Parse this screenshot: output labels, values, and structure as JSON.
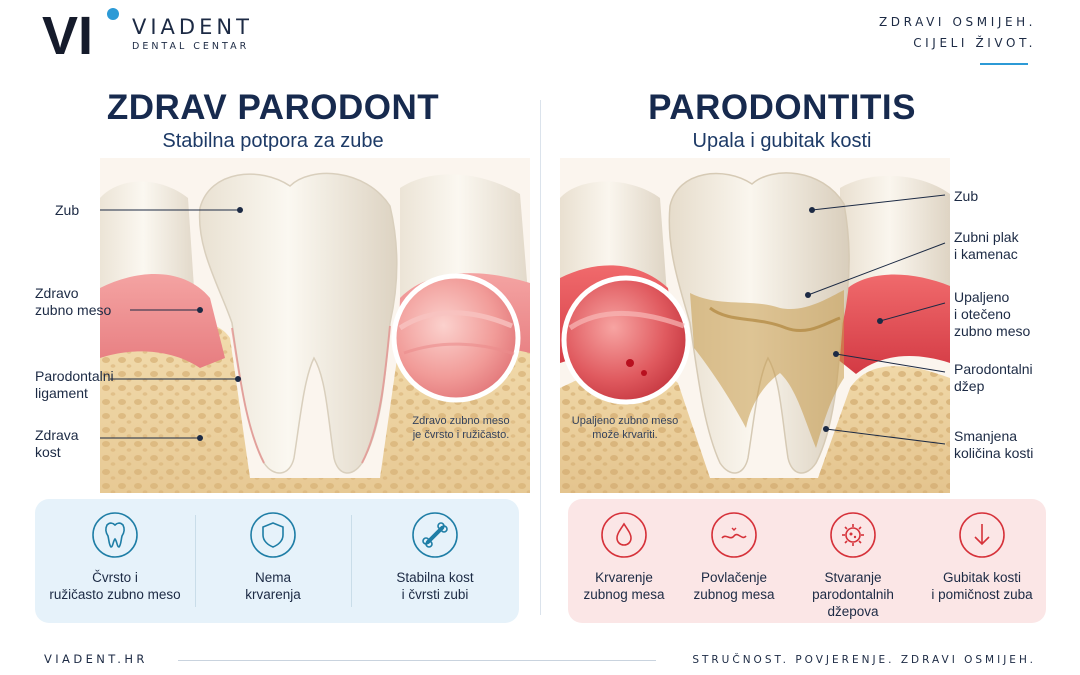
{
  "header": {
    "brand_mark": "VI",
    "brand_name": "VIADENT",
    "brand_sub": "DENTAL CENTAR",
    "tagline_line1": "ZDRAVI OSMIJEH.",
    "tagline_line2": "CIJELI ŽIVOT."
  },
  "left": {
    "title": "ZDRAV PARODONT",
    "subtitle": "Stabilna potpora za zube",
    "labels": {
      "tooth": "Zub",
      "gum_l1": "Zdravo",
      "gum_l2": "zubno meso",
      "ligament_l1": "Parodontalni",
      "ligament_l2": "ligament",
      "bone_l1": "Zdrava",
      "bone_l2": "kost"
    },
    "caption_l1": "Zdravo zubno meso",
    "caption_l2": "je čvrsto i ružičasto.",
    "cards": [
      {
        "line1": "Čvrsto i",
        "line2": "ružičasto zubno meso",
        "icon": "tooth-icon"
      },
      {
        "line1": "Nema",
        "line2": "krvarenja",
        "icon": "shield-icon"
      },
      {
        "line1": "Stabilna kost",
        "line2": "i čvrsti zubi",
        "icon": "bone-icon"
      }
    ]
  },
  "right": {
    "title": "PARODONTITIS",
    "subtitle": "Upala i gubitak kosti",
    "labels": {
      "tooth": "Zub",
      "plaque_l1": "Zubni plak",
      "plaque_l2": "i kamenac",
      "inflamed_l1": "Upaljeno",
      "inflamed_l2": "i otečeno",
      "inflamed_l3": "zubno meso",
      "pocket_l1": "Parodontalni",
      "pocket_l2": "džep",
      "boneloss_l1": "Smanjena",
      "boneloss_l2": "količina kosti"
    },
    "caption_l1": "Upaljeno zubno meso",
    "caption_l2": "može krvariti.",
    "cards": [
      {
        "line1": "Krvarenje",
        "line2": "zubnog mesa",
        "icon": "blood-drop-icon"
      },
      {
        "line1": "Povlačenje",
        "line2": "zubnog mesa",
        "icon": "gum-recession-icon"
      },
      {
        "line1": "Stvaranje",
        "line2": "parodontalnih džepova",
        "icon": "bacteria-icon"
      },
      {
        "line1": "Gubitak kosti",
        "line2": "i pomičnost zuba",
        "icon": "arrow-down-icon"
      }
    ]
  },
  "footer": {
    "website": "VIADENT.HR",
    "slogan": "STRUČNOST. POVJERENJE. ZDRAVI OSMIJEH."
  },
  "colors": {
    "navy": "#172a4e",
    "accent_blue": "#2c9ad6",
    "healthy_card": "#e6f2fa",
    "disease_card": "#fbe6e6",
    "disease_icon": "#d6323a",
    "healthy_icon": "#1f7ea6"
  }
}
